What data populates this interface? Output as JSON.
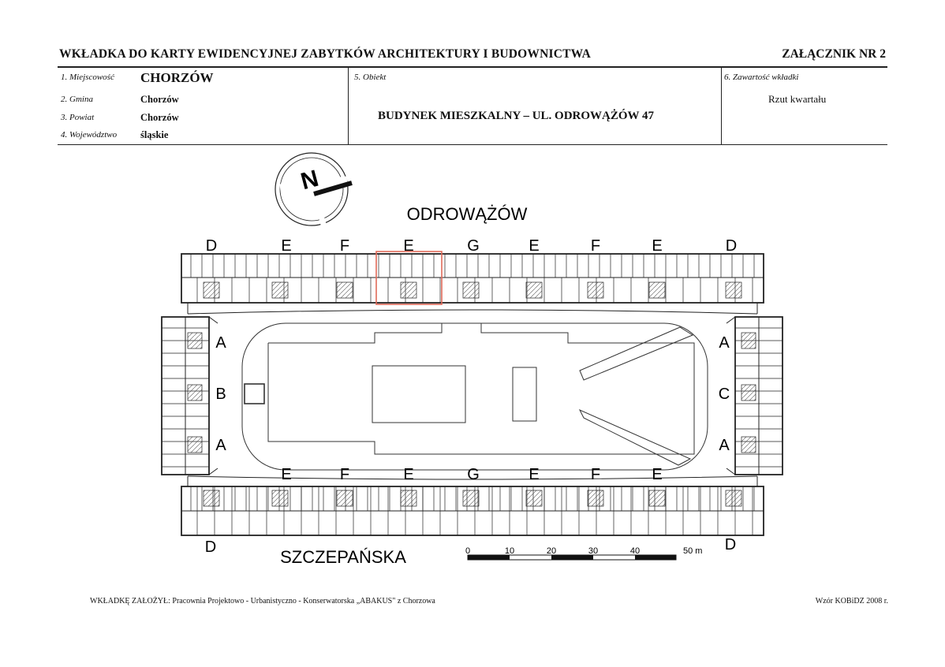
{
  "header": {
    "title": "WKŁADKA DO KARTY EWIDENCYJNEJ ZABYTKÓW ARCHITEKTURY I BUDOWNICTWA",
    "attachment": "ZAŁĄCZNIK NR 2"
  },
  "fields": {
    "place_label": "1. Miejscowość",
    "place_value": "CHORZÓW",
    "commune_label": "2. Gmina",
    "commune_value": "Chorzów",
    "district_label": "3. Powiat",
    "district_value": "Chorzów",
    "voivodeship_label": "4. Województwo",
    "voivodeship_value": "śląskie",
    "object_label": "5. Obiekt",
    "object_value": "BUDYNEK MIESZKALNY – UL. ODROWĄŻÓW 47",
    "content_label": "6. Zawartość wkładki",
    "content_value": "Rzut kwartału"
  },
  "plan": {
    "north_letter": "N",
    "street_north": "ODROWĄŻÓW",
    "street_south": "SZCZEPAŃSKA",
    "top_segments": [
      "D",
      "E",
      "F",
      "E",
      "G",
      "E",
      "F",
      "E",
      "D"
    ],
    "bottom_segments": [
      "E",
      "F",
      "E",
      "G",
      "E",
      "F",
      "E"
    ],
    "bottom_corner_left": "D",
    "bottom_corner_right": "D",
    "west_wing": [
      "A",
      "B",
      "A"
    ],
    "east_wing": [
      "A",
      "C",
      "A"
    ],
    "scale_ticks": [
      "0",
      "10",
      "20",
      "30",
      "40",
      "50 m"
    ],
    "highlight_color": "#e06a5a"
  },
  "footer": {
    "author": "WKŁADKĘ ZAŁOŻYŁ: Pracownia Projektowo - Urbanistyczno - Konserwatorska „ABAKUS\" z Chorzowa",
    "template": "Wzór KOBiDZ 2008 r."
  }
}
